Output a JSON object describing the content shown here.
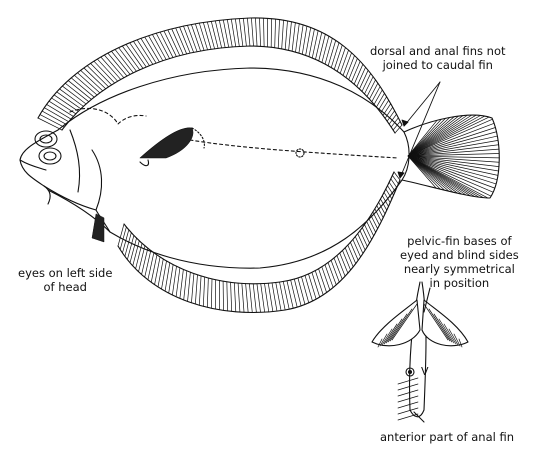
{
  "labels": {
    "fins_not_joined": [
      "dorsal and anal fins not",
      "joined to caudal fin"
    ],
    "eyes": [
      "eyes on left side",
      "of head"
    ],
    "pelvic": [
      "pelvic-fin bases of",
      "eyed and blind sides",
      "nearly symmetrical",
      "in position"
    ],
    "anal": "anterior part of anal fin",
    "v_mark": "V"
  },
  "colors": {
    "ink": "#111111",
    "background": "#ffffff"
  }
}
